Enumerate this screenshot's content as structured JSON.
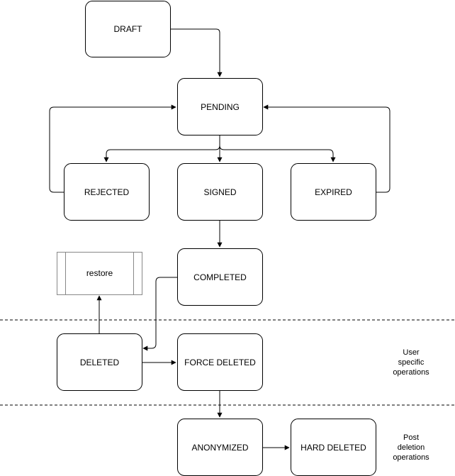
{
  "states": {
    "draft": "DRAFT",
    "pending": "PENDING",
    "rejected": "REJECTED",
    "signed": "SIGNED",
    "expired": "EXPIRED",
    "completed": "COMPLETED",
    "restore": "restore",
    "deleted": "DELETED",
    "force_deleted": "FORCE DELETED",
    "anonymized": "ANONYMIZED",
    "hard_deleted": "HARD DELETED"
  },
  "notes": {
    "user_specific": [
      "User",
      "specific",
      "operations"
    ],
    "post_deletion": [
      "Post",
      "deletion",
      "operations"
    ]
  }
}
